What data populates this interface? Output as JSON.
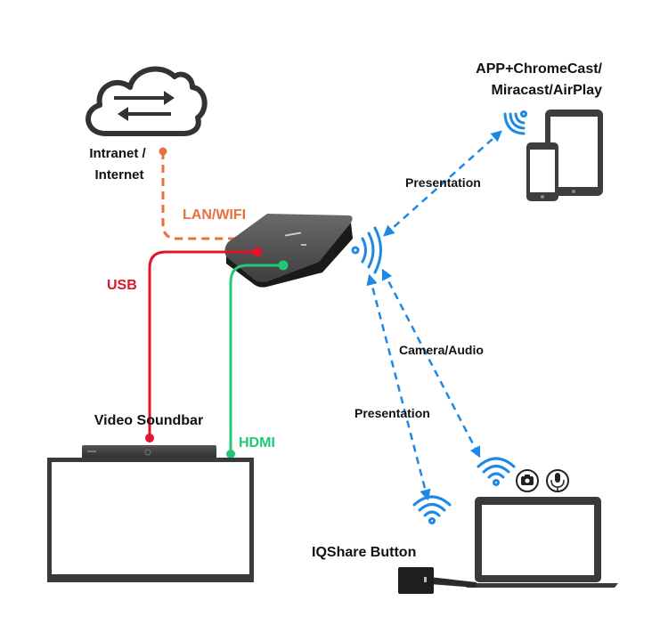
{
  "title": "IQShare network connection diagram",
  "colors": {
    "lan": "#E8703F",
    "usb": "#E0142A",
    "hdmi": "#22C87A",
    "wireless": "#1E88E5",
    "device_dark": "#3A3A3A",
    "text": "#111111"
  },
  "nodes": {
    "cloud": {
      "label_line1": "Intranet /",
      "label_line2": "Internet",
      "icon": "cloud-sync-icon"
    },
    "mobile": {
      "label_line1": "APP+ChromeCast/",
      "label_line2": "Miracast/AirPlay",
      "icon": "tablet-phone-icon"
    },
    "hub": {
      "icon": "wireless-presentation-box-icon"
    },
    "soundbar": {
      "label": "Video Soundbar",
      "icon": "video-soundbar-icon"
    },
    "display": {
      "icon": "interactive-display-icon"
    },
    "laptop": {
      "icon": "laptop-icon",
      "badges": [
        "camera-icon",
        "microphone-icon"
      ]
    },
    "button": {
      "label": "IQShare Button",
      "icon": "usb-dongle-icon"
    }
  },
  "connections": {
    "lan": {
      "label": "LAN/WIFI",
      "style": "dashed"
    },
    "usb": {
      "label": "USB",
      "style": "solid"
    },
    "hdmi": {
      "label": "HDMI",
      "style": "solid"
    },
    "presentation_mobile": {
      "label": "Presentation",
      "style": "dashed-bidirectional"
    },
    "camera_audio": {
      "label": "Camera/Audio",
      "style": "dashed-bidirectional"
    },
    "presentation_button": {
      "label": "Presentation",
      "style": "dashed-bidirectional"
    }
  }
}
